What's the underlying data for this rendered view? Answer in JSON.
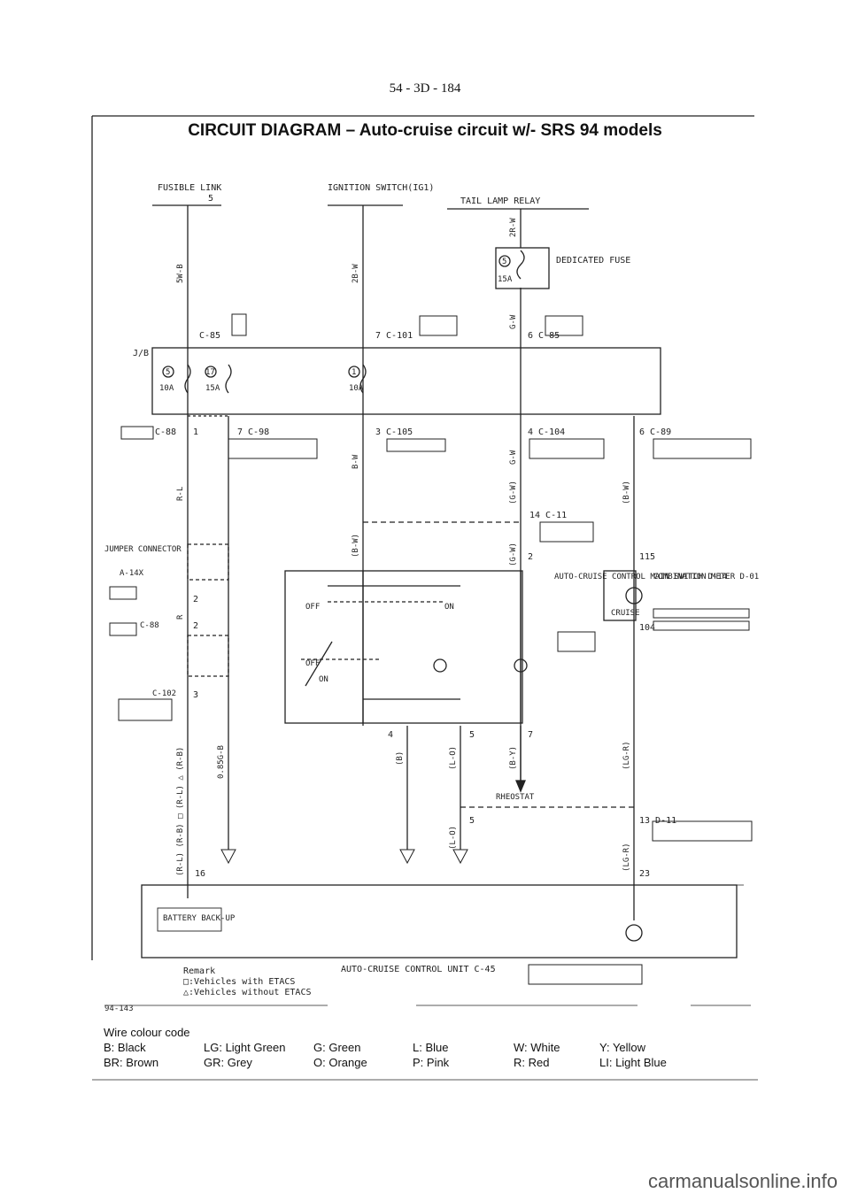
{
  "page_number": "54 - 3D - 184",
  "title": "CIRCUIT DIAGRAM – Auto-cruise circuit w/- SRS 94 models",
  "labels": {
    "fusible_link": "FUSIBLE LINK",
    "fusible_num": "5",
    "ignition_switch": "IGNITION SWITCH(IG1)",
    "tail_lamp_relay": "TAIL LAMP RELAY",
    "dedicated_fuse": "DEDICATED FUSE",
    "fuse_5": "5",
    "fuse_5_amp": "15A",
    "jb": "J/B",
    "fuse_jb_5": "5",
    "fuse_jb_5_amp": "10A",
    "fuse_jb_17": "17",
    "fuse_jb_17_amp": "15A",
    "fuse_jb_1": "1",
    "fuse_jb_1_amp": "10A",
    "c85_left": "C-85",
    "c101": "7 C-101",
    "c85_right": "6 C-85",
    "c88": "C-88",
    "c98": "7 C-98",
    "c105": "3 C-105",
    "c104": "4 C-104",
    "c89": "6 C-89",
    "c11": "14 C-11",
    "jumper_connector": "JUMPER CONNECTOR",
    "a14x": "A-14X",
    "c88b": "C-88",
    "c102": "C-102",
    "auto_cruise_switch": "AUTO-CRUISE CONTROL MAIN SWITCH D-14",
    "combination_meter": "COMBINATION METER D-01",
    "cruise": "CRUISE",
    "rheostat": "RHEOSTAT",
    "d11": "13 D-11",
    "battery_backup": "BATTERY BACK-UP",
    "off": "OFF",
    "on": "ON",
    "num_1": "1",
    "num_2": "2",
    "num_3": "3",
    "num_4": "4",
    "num_5": "5",
    "num_7": "7",
    "num_16": "16",
    "num_23": "23",
    "num_104": "104",
    "num_115": "115",
    "num_2b": "2",
    "num_5b": "5",
    "num_2c": "2"
  },
  "wires": {
    "w_5wb": "5W-B",
    "w_2bw": "2B-W",
    "w_2rw": "2R-W",
    "w_gw_top": "G-W",
    "w_rl": "R-L",
    "w_bw": "B-W",
    "w_bw2": "(B-W)",
    "w_gw2": "G-W",
    "w_gw3": "(G-W)",
    "w_gw4": "(G-W)",
    "w_bw3": "(B-W)",
    "w_05gb": "0.85G-B",
    "w_b": "(B)",
    "w_lo": "(L-O)",
    "w_by": "(B-Y)",
    "w_lgr": "(LG-R)",
    "w_lo2": "(L-O)",
    "w_lgr2": "(LG-R)",
    "w_rlabel": "R",
    "w_rl_rb": "(R-L) (R-B) □ (R-L) △ (R-B)"
  },
  "remark": {
    "title": "Remark",
    "line1": "□:Vehicles with ETACS",
    "line2": "△:Vehicles without ETACS",
    "unit": "AUTO-CRUISE CONTROL UNIT C-45"
  },
  "figure_code": "94-143",
  "legend": {
    "heading": "Wire colour code",
    "items": [
      "B: Black",
      "LG: Light Green",
      "G: Green",
      "L: Blue",
      "W: White",
      "Y: Yellow",
      "BR: Brown",
      "GR: Grey",
      "O: Orange",
      "P: Pink",
      "R: Red",
      "LI: Light Blue"
    ]
  },
  "watermark": "carmanualsonline.info"
}
